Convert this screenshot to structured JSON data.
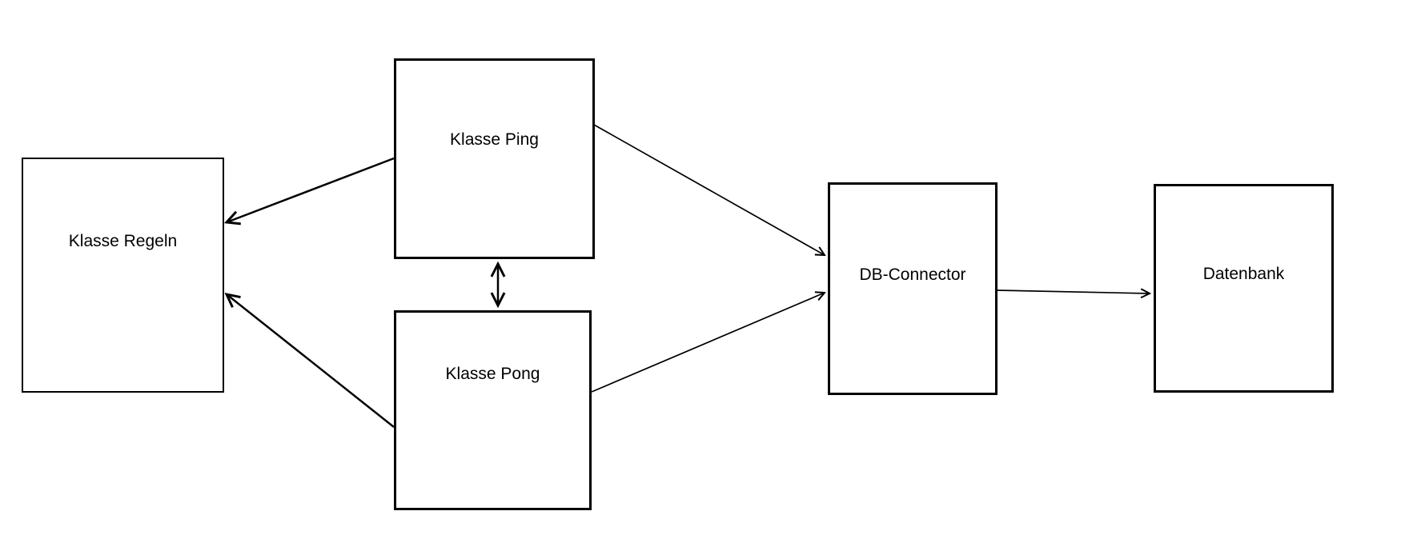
{
  "diagram": {
    "background_color": "#ffffff",
    "box_fill": "#ffffff",
    "box_border_color": "#000000",
    "line_color": "#000000",
    "text_color": "#000000",
    "nodes": {
      "klasse_regeln": {
        "label": "Klasse Regeln"
      },
      "klasse_ping": {
        "label": "Klasse Ping"
      },
      "klasse_pong": {
        "label": "Klasse Pong"
      },
      "db_connector": {
        "label": "DB-Connector"
      },
      "datenbank": {
        "label": "Datenbank"
      }
    },
    "edges": [
      {
        "from": "Klasse Ping",
        "to": "Klasse Regeln",
        "arrow": "single"
      },
      {
        "from": "Klasse Pong",
        "to": "Klasse Regeln",
        "arrow": "single"
      },
      {
        "from": "Klasse Ping",
        "to": "Klasse Pong",
        "arrow": "double"
      },
      {
        "from": "Klasse Ping",
        "to": "DB-Connector",
        "arrow": "single"
      },
      {
        "from": "Klasse Pong",
        "to": "DB-Connector",
        "arrow": "single"
      },
      {
        "from": "DB-Connector",
        "to": "Datenbank",
        "arrow": "single"
      }
    ]
  }
}
